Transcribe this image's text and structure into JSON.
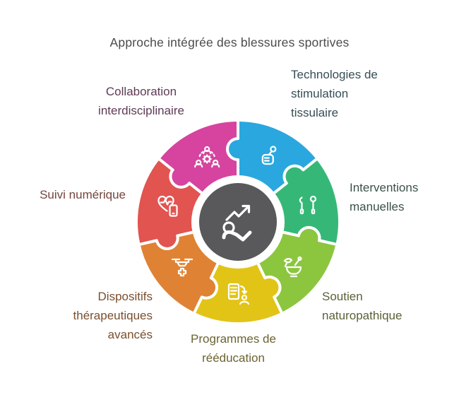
{
  "title": "Approche intégrée des blessures sportives",
  "diagram": {
    "type": "puzzle-wheel",
    "background": "#ffffff",
    "center": {
      "icon": "athlete-recovery-icon",
      "color": "#59595b",
      "ring_color": "#ffffff"
    },
    "segments": [
      {
        "label": "Technologies de stimulation tissulaire",
        "color": "#2aa7de",
        "label_color": "#374d57",
        "icon": "stimulation-device-icon"
      },
      {
        "label": "Interventions manuelles",
        "color": "#35b877",
        "label_color": "#3c514a",
        "icon": "manual-tools-icon"
      },
      {
        "label": "Soutien naturopathique",
        "color": "#8cc63f",
        "label_color": "#5a6137",
        "icon": "mortar-pestle-icon"
      },
      {
        "label": "Programmes de rééducation",
        "color": "#e2c417",
        "label_color": "#6b6330",
        "icon": "rehab-program-icon"
      },
      {
        "label": "Dispositifs thérapeutiques avancés",
        "color": "#e08233",
        "label_color": "#7a4f2e",
        "icon": "medical-drone-icon"
      },
      {
        "label": "Suivi numérique",
        "color": "#e15450",
        "label_color": "#74453e",
        "icon": "heart-monitor-icon"
      },
      {
        "label": "Collaboration interdisciplinaire",
        "color": "#d6449f",
        "label_color": "#5e3a55",
        "icon": "team-gear-icon"
      }
    ]
  }
}
